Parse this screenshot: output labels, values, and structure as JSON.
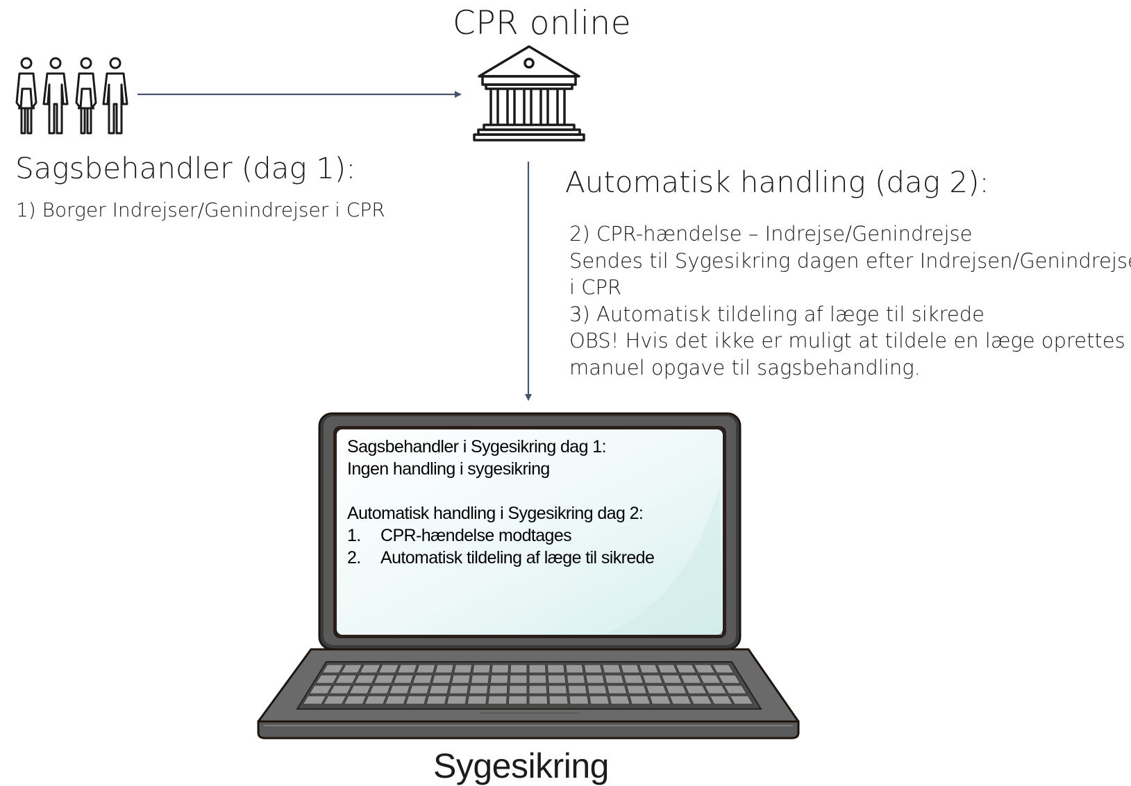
{
  "cpr": {
    "title": "CPR online",
    "icon": "government-building-icon"
  },
  "people": {
    "icon": "people-group-icon"
  },
  "sagsbehandler": {
    "title": "Sagsbehandler (dag 1):",
    "step": "1) Borger Indrejser/Genindrejser i CPR"
  },
  "automatisk": {
    "title": "Automatisk handling (dag 2):",
    "lines": [
      "2) CPR-hændelse – Indrejse/Genindrejse",
      "Sendes til Sygesikring dagen efter Indrejsen/Genindrejsen",
      "i CPR",
      "3) Automatisk tildeling af læge til sikrede",
      "OBS! Hvis det ikke er muligt at tildele en læge oprettes en",
      "manuel opgave til sagsbehandling."
    ]
  },
  "laptop": {
    "icon": "laptop-icon",
    "screen": {
      "line1": "Sagsbehandler i Sygesikring dag 1:",
      "line2": "Ingen  handling i sygesikring",
      "line3": "Automatisk handling i Sygesikring dag 2:",
      "items": [
        {
          "num": "1.",
          "text": "CPR-hændelse modtages"
        },
        {
          "num": "2.",
          "text": "Automatisk tildeling af læge til sikrede"
        }
      ]
    }
  },
  "sygesikring": {
    "title": "Sygesikring"
  },
  "colors": {
    "arrow": "#44546a",
    "text": "#1c1c1c",
    "laptop_body": "#5a5a5a",
    "screen_bg": "#e3f4f4"
  }
}
